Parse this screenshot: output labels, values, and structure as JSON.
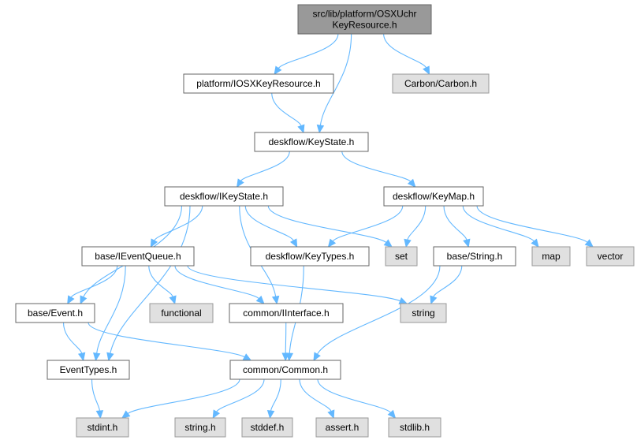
{
  "nodes": [
    {
      "id": "root",
      "lines": [
        "src/lib/platform/OSXUchr",
        "KeyResource.h"
      ],
      "kind": "root"
    },
    {
      "id": "iosx",
      "lines": [
        "platform/IOSXKeyResource.h"
      ],
      "kind": "internal"
    },
    {
      "id": "carbon",
      "lines": [
        "Carbon/Carbon.h"
      ],
      "kind": "external"
    },
    {
      "id": "keystate",
      "lines": [
        "deskflow/KeyState.h"
      ],
      "kind": "internal"
    },
    {
      "id": "ikeystate",
      "lines": [
        "deskflow/IKeyState.h"
      ],
      "kind": "internal"
    },
    {
      "id": "keymap",
      "lines": [
        "deskflow/KeyMap.h"
      ],
      "kind": "internal"
    },
    {
      "id": "ieventqueue",
      "lines": [
        "base/IEventQueue.h"
      ],
      "kind": "internal"
    },
    {
      "id": "keytypes",
      "lines": [
        "deskflow/KeyTypes.h"
      ],
      "kind": "internal"
    },
    {
      "id": "set",
      "lines": [
        "set"
      ],
      "kind": "external"
    },
    {
      "id": "string_h",
      "lines": [
        "base/String.h"
      ],
      "kind": "internal"
    },
    {
      "id": "map",
      "lines": [
        "map"
      ],
      "kind": "external"
    },
    {
      "id": "vector",
      "lines": [
        "vector"
      ],
      "kind": "external"
    },
    {
      "id": "event",
      "lines": [
        "base/Event.h"
      ],
      "kind": "internal"
    },
    {
      "id": "functional",
      "lines": [
        "functional"
      ],
      "kind": "external"
    },
    {
      "id": "iinterface",
      "lines": [
        "common/IInterface.h"
      ],
      "kind": "internal"
    },
    {
      "id": "string_std",
      "lines": [
        "string"
      ],
      "kind": "external"
    },
    {
      "id": "eventtypes",
      "lines": [
        "EventTypes.h"
      ],
      "kind": "internal"
    },
    {
      "id": "common",
      "lines": [
        "common/Common.h"
      ],
      "kind": "internal"
    },
    {
      "id": "stdint",
      "lines": [
        "stdint.h"
      ],
      "kind": "external"
    },
    {
      "id": "cstring",
      "lines": [
        "string.h"
      ],
      "kind": "external"
    },
    {
      "id": "stddef",
      "lines": [
        "stddef.h"
      ],
      "kind": "external"
    },
    {
      "id": "assert",
      "lines": [
        "assert.h"
      ],
      "kind": "external"
    },
    {
      "id": "stdlib",
      "lines": [
        "stdlib.h"
      ],
      "kind": "external"
    }
  ],
  "edges": [
    {
      "from": "root",
      "to": "iosx"
    },
    {
      "from": "root",
      "to": "keystate"
    },
    {
      "from": "root",
      "to": "carbon"
    },
    {
      "from": "iosx",
      "to": "keystate"
    },
    {
      "from": "keystate",
      "to": "ikeystate"
    },
    {
      "from": "keystate",
      "to": "keymap"
    },
    {
      "from": "ikeystate",
      "to": "event"
    },
    {
      "from": "ikeystate",
      "to": "eventtypes"
    },
    {
      "from": "ikeystate",
      "to": "ieventqueue"
    },
    {
      "from": "ikeystate",
      "to": "iinterface"
    },
    {
      "from": "ikeystate",
      "to": "keytypes"
    },
    {
      "from": "ikeystate",
      "to": "set"
    },
    {
      "from": "keymap",
      "to": "keytypes"
    },
    {
      "from": "keymap",
      "to": "set"
    },
    {
      "from": "keymap",
      "to": "string_h"
    },
    {
      "from": "keymap",
      "to": "map"
    },
    {
      "from": "keymap",
      "to": "vector"
    },
    {
      "from": "ieventqueue",
      "to": "event"
    },
    {
      "from": "ieventqueue",
      "to": "eventtypes"
    },
    {
      "from": "ieventqueue",
      "to": "functional"
    },
    {
      "from": "ieventqueue",
      "to": "iinterface"
    },
    {
      "from": "ieventqueue",
      "to": "string_std"
    },
    {
      "from": "keytypes",
      "to": "common"
    },
    {
      "from": "string_h",
      "to": "string_std"
    },
    {
      "from": "string_h",
      "to": "common"
    },
    {
      "from": "event",
      "to": "eventtypes"
    },
    {
      "from": "event",
      "to": "common"
    },
    {
      "from": "iinterface",
      "to": "common"
    },
    {
      "from": "eventtypes",
      "to": "stdint"
    },
    {
      "from": "common",
      "to": "stdint"
    },
    {
      "from": "common",
      "to": "cstring"
    },
    {
      "from": "common",
      "to": "stddef"
    },
    {
      "from": "common",
      "to": "assert"
    },
    {
      "from": "common",
      "to": "stdlib"
    }
  ]
}
